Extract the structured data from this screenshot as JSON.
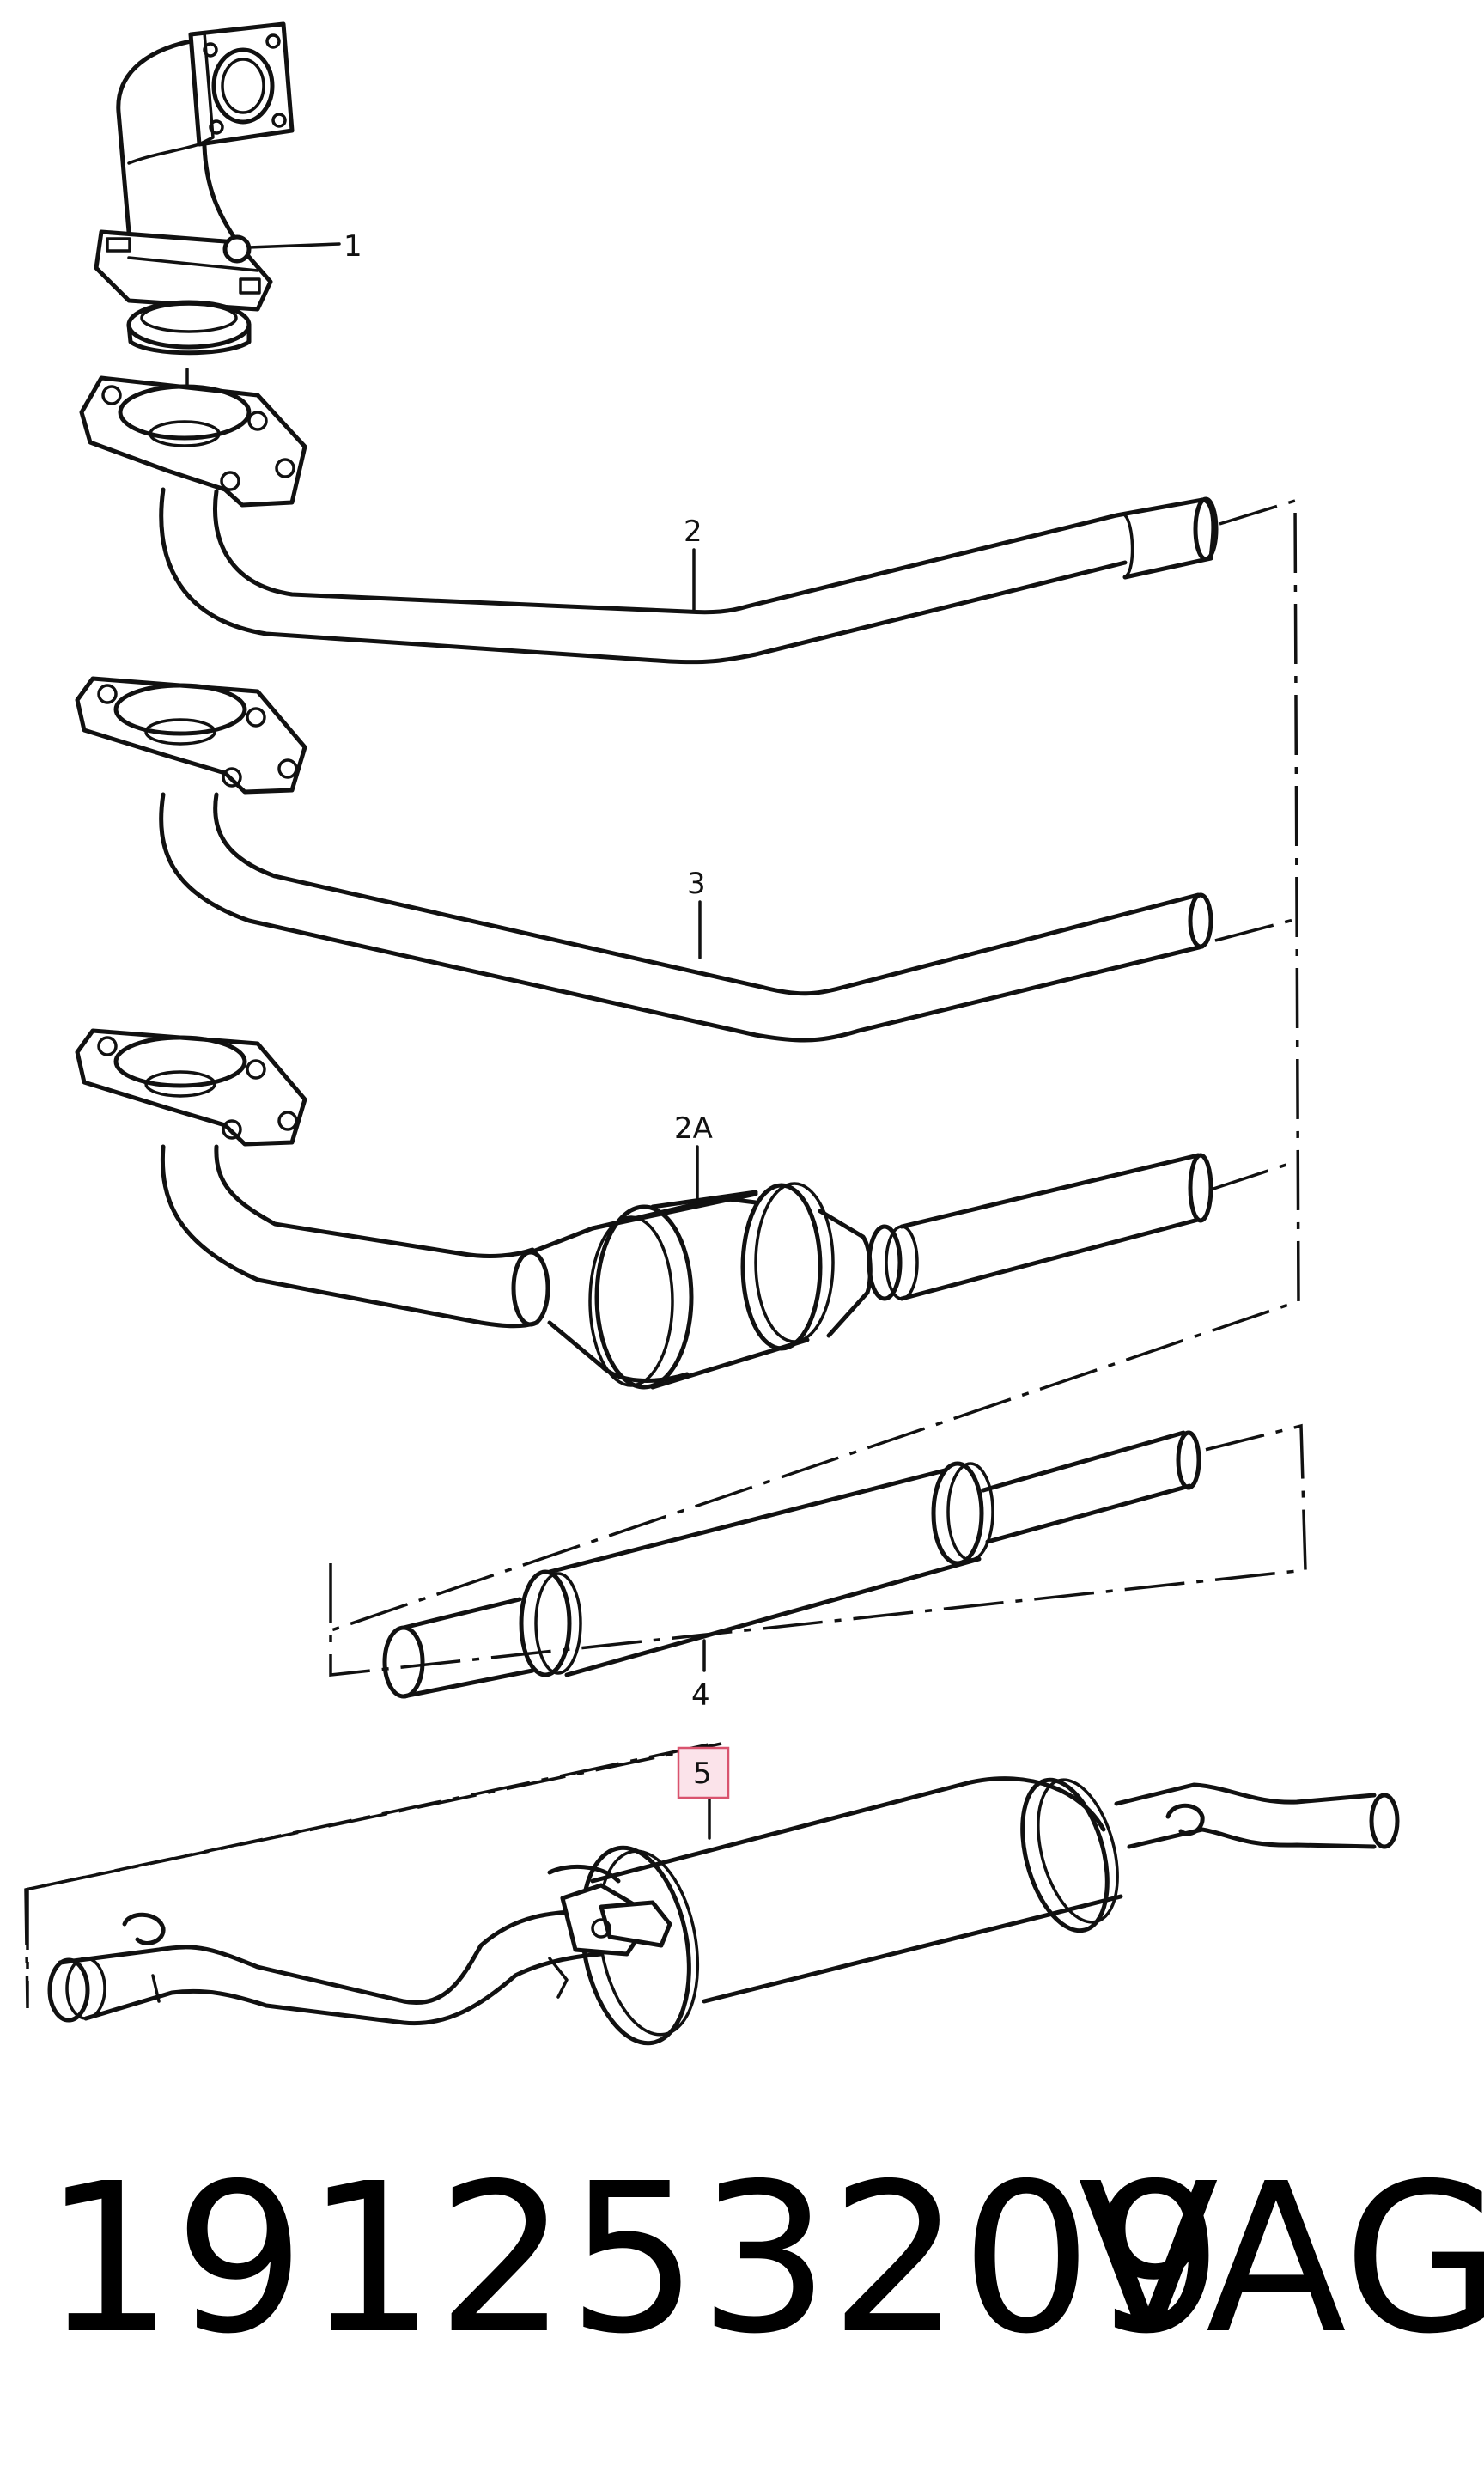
{
  "callouts": {
    "c1": "1",
    "c2": "2",
    "c3": "3",
    "c2a": "2A",
    "c4": "4",
    "c5": "5"
  },
  "highlighted_callout": "5",
  "footer": {
    "part_number": "191253209",
    "brand": "VAG"
  }
}
